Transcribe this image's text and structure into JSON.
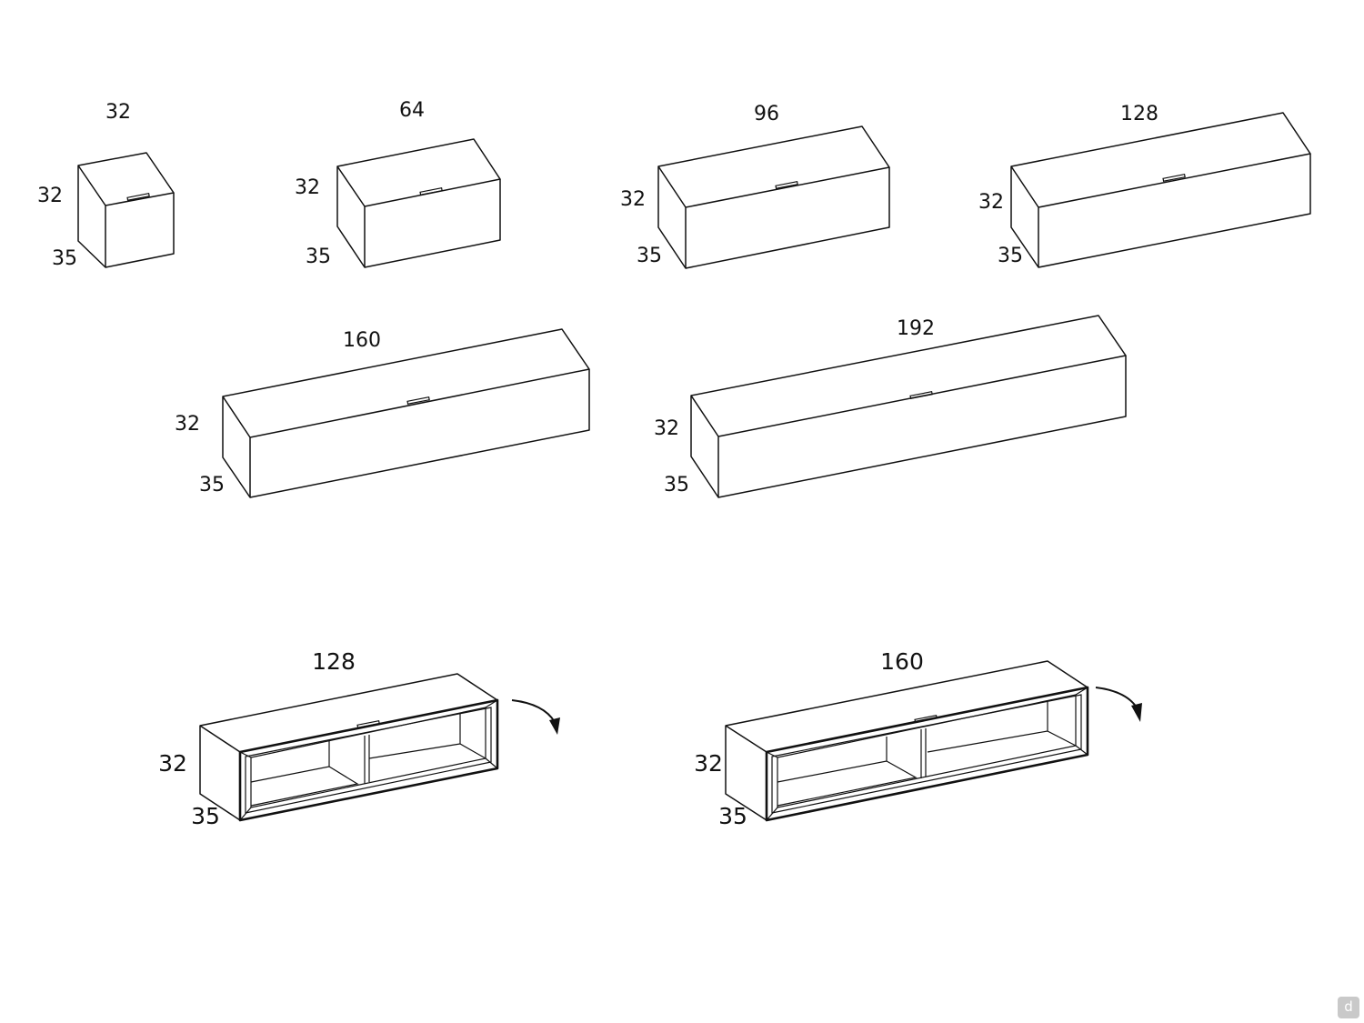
{
  "units": {
    "unit_32": {
      "width": "32",
      "height": "32",
      "depth": "35"
    },
    "unit_64": {
      "width": "64",
      "height": "32",
      "depth": "35"
    },
    "unit_96": {
      "width": "96",
      "height": "32",
      "depth": "35"
    },
    "unit_128": {
      "width": "128",
      "height": "32",
      "depth": "35"
    },
    "unit_160": {
      "width": "160",
      "height": "32",
      "depth": "35"
    },
    "unit_192": {
      "width": "192",
      "height": "32",
      "depth": "35"
    },
    "flap_128": {
      "width": "128",
      "height": "32",
      "depth": "35"
    },
    "flap_160": {
      "width": "160",
      "height": "32",
      "depth": "35"
    }
  },
  "icons": {
    "flap_arrow": "curved-arrow-down-icon",
    "watermark": "d"
  }
}
